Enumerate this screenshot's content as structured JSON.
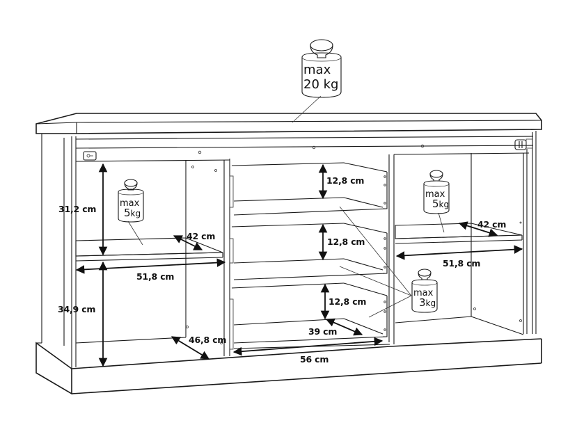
{
  "diagram": {
    "type": "furniture-dimension-drawing",
    "subject": "Sideboard with two side compartments, three center drawers, hinged doors (removed)"
  },
  "weights": {
    "top": {
      "line1": "max",
      "line2": "20 kg"
    },
    "left_shelf": {
      "line1": "max",
      "line2": "5",
      "unit": "kg"
    },
    "right_shelf": {
      "line1": "max",
      "line2": "5",
      "unit": "kg"
    },
    "drawers": {
      "line1": "max",
      "line2": "3",
      "unit": "kg"
    }
  },
  "dimensions": {
    "left_upper_height": "31,2 cm",
    "left_shelf_depth": "42 cm",
    "left_inner_width": "51,8 cm",
    "left_lower_height": "34,9 cm",
    "left_bottom_depth": "46,8 cm",
    "drawer1_height": "12,8 cm",
    "drawer2_height": "12,8 cm",
    "drawer3_height": "12,8 cm",
    "drawer_depth": "39 cm",
    "drawer_width": "56 cm",
    "right_shelf_depth": "42 cm",
    "right_inner_width": "51,8 cm"
  }
}
